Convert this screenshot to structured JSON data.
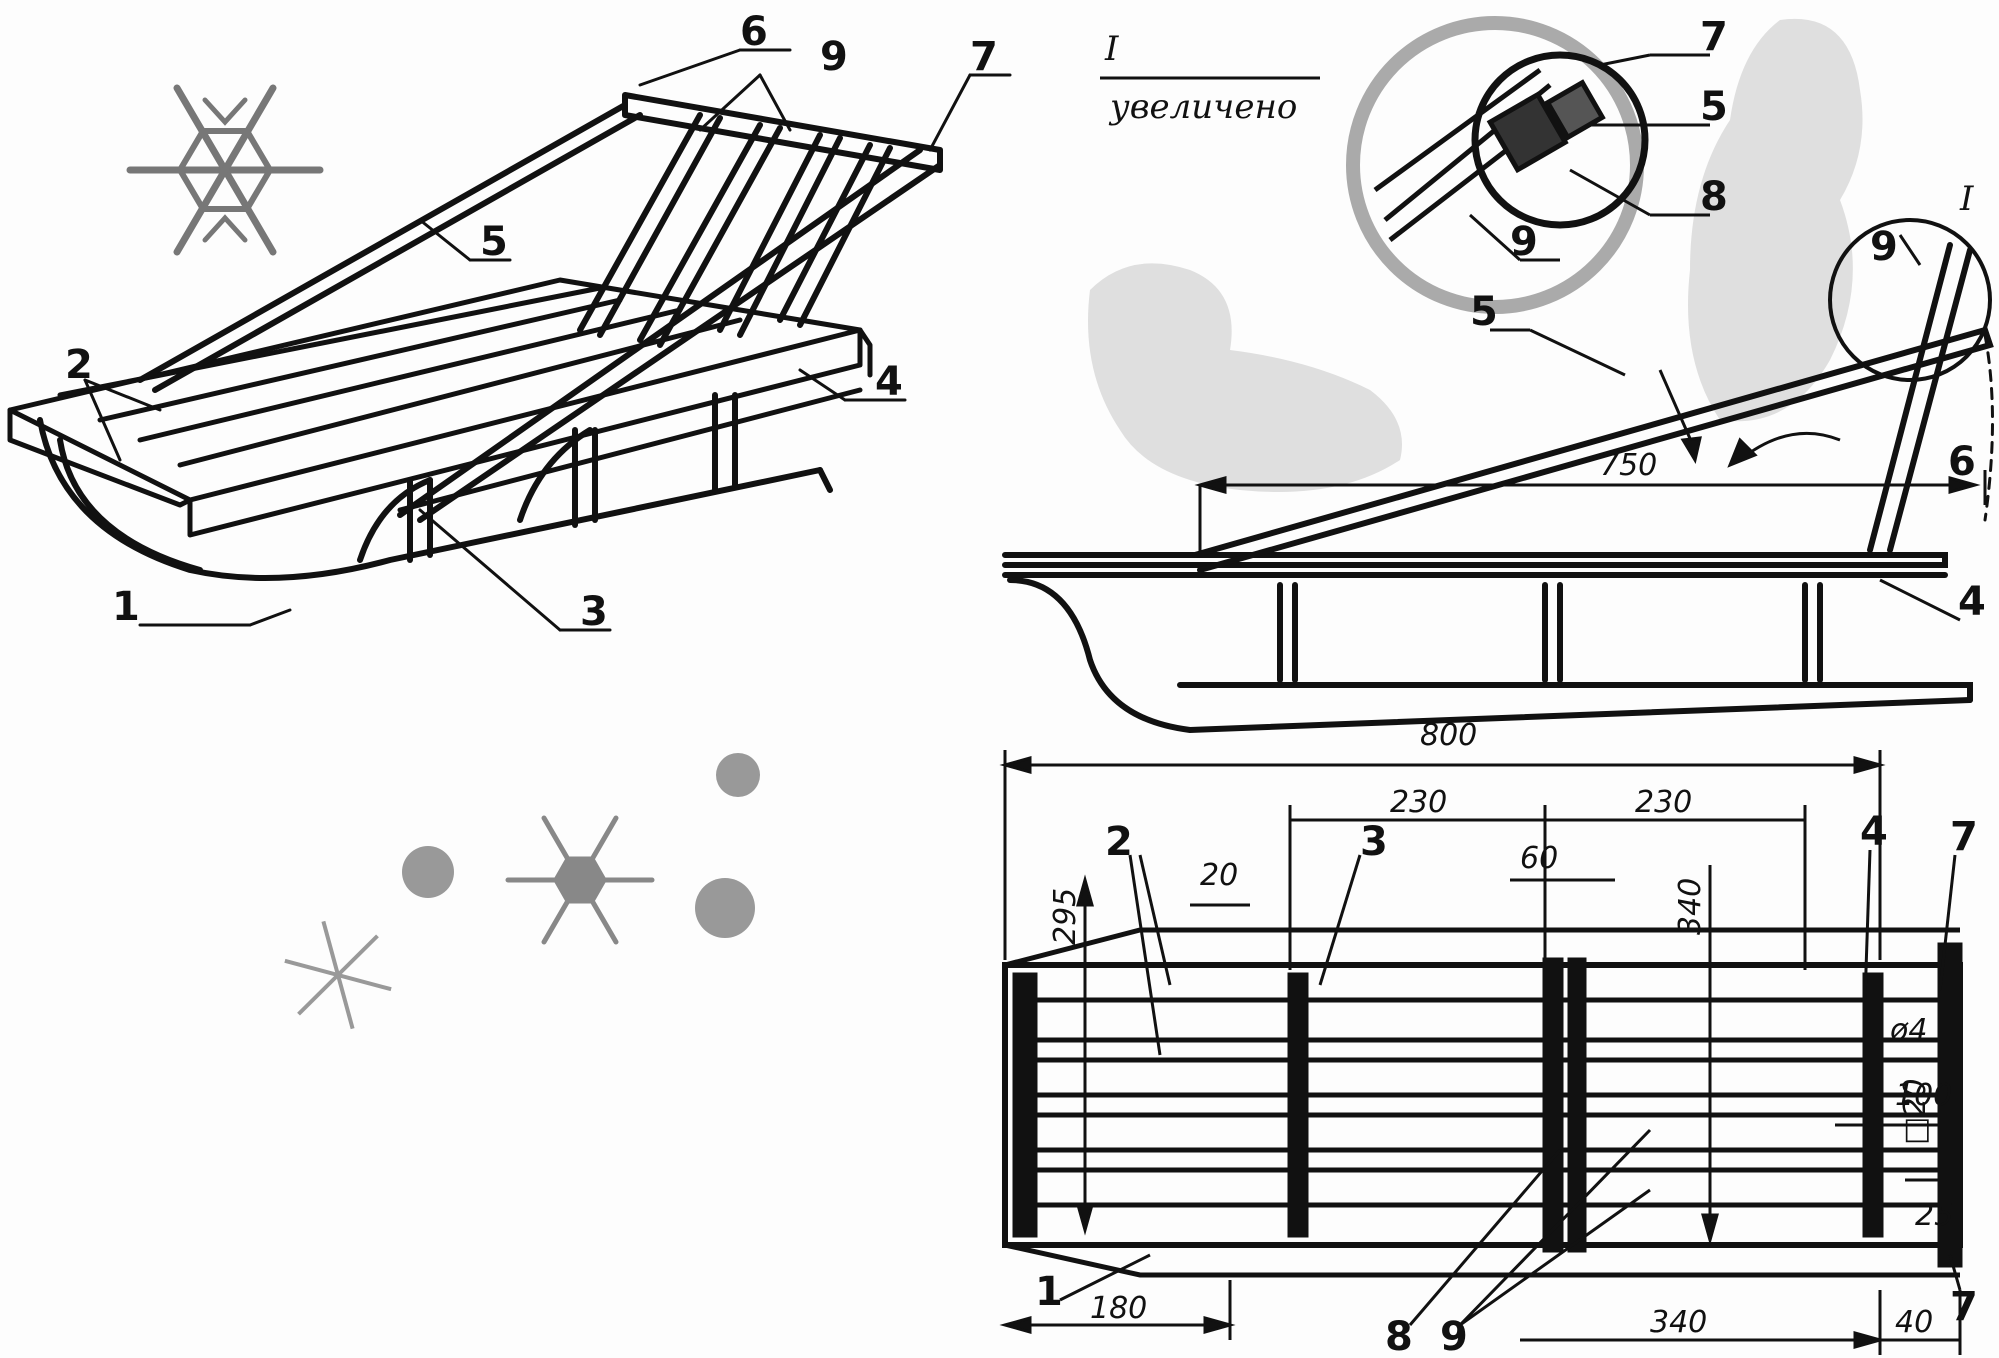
{
  "callout": {
    "roman": "I",
    "caption": "увеличено",
    "marker": "I"
  },
  "iso_labels": [
    "1",
    "2",
    "3",
    "4",
    "5",
    "6",
    "7",
    "9"
  ],
  "side_labels": [
    "4",
    "5",
    "6",
    "9"
  ],
  "detail_labels": [
    "5",
    "7",
    "8",
    "9"
  ],
  "side_dims": {
    "length": "750"
  },
  "plan_dims": {
    "overall": "800",
    "front_gap": "230",
    "rear_gap": "230",
    "slat": "20",
    "rail_gap": "60",
    "width": "295",
    "height": "340",
    "front": "180",
    "rear": "340",
    "end": "40",
    "hole": "ø4",
    "pitch": "100",
    "sq": "□20",
    "edge": "25"
  },
  "plan_labels": {
    "l1": "1",
    "l2": "2",
    "l3": "3",
    "l4": "4",
    "l7a": "7",
    "l7b": "7",
    "l8": "8",
    "l9": "9"
  },
  "colors": {
    "ink": "#111111",
    "ghost": "#c8c8c8",
    "paper": "#fdfdfd"
  }
}
